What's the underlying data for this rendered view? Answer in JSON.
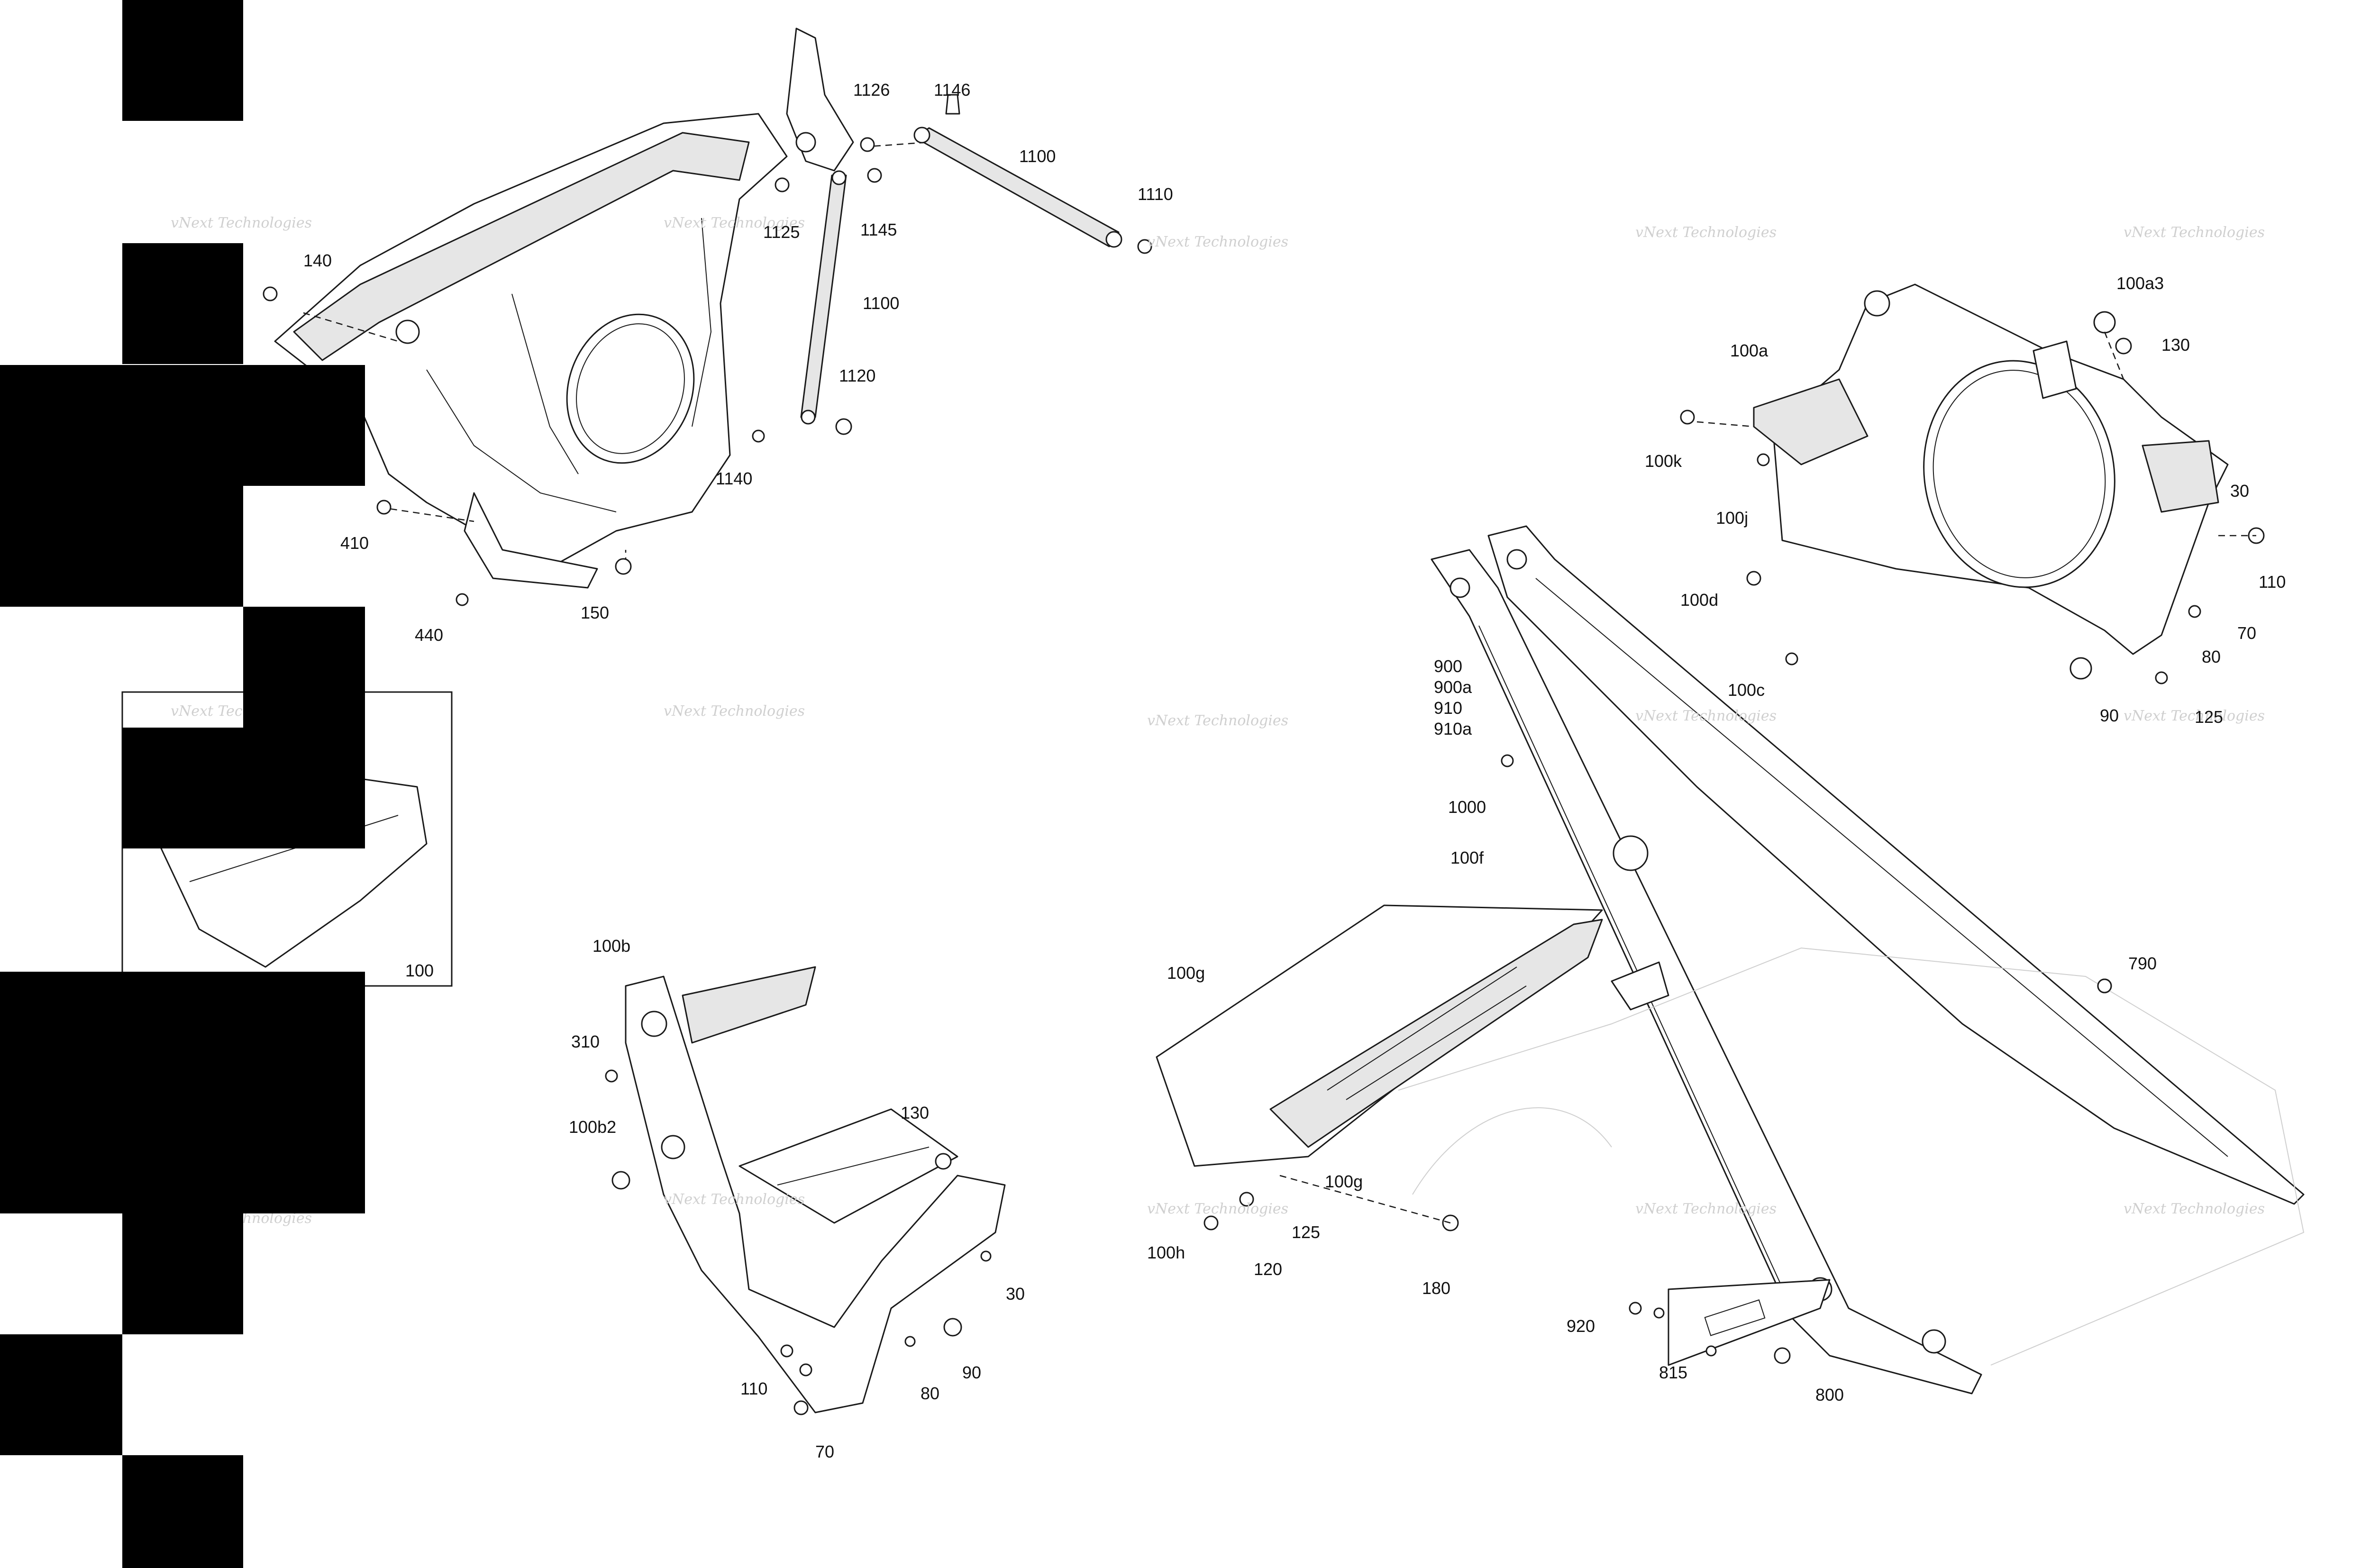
{
  "callouts": [
    "1126",
    "1146",
    "1100",
    "1110",
    "1125",
    "1145",
    "1100",
    "1120",
    "1140",
    "140",
    "410",
    "440",
    "150",
    "100a3",
    "130",
    "100a",
    "100k",
    "100j",
    "30",
    "110",
    "100d",
    "70",
    "80",
    "100c",
    "90",
    "125",
    "900",
    "900a",
    "910",
    "910a",
    "1000",
    "100f",
    "100g",
    "100g",
    "125",
    "100h",
    "120",
    "180",
    "790",
    "920",
    "815",
    "800",
    "100b",
    "310",
    "100b2",
    "130",
    "30",
    "110",
    "80",
    "90",
    "70",
    "100"
  ],
  "watermark": {
    "line1": "vNext Technologies",
    "line2": "vNext\nTechnologies"
  },
  "colors": {
    "ink": "#1a1a1a",
    "watermark": "#cfcfcf",
    "redaction": "#000000",
    "background": "#ffffff"
  }
}
